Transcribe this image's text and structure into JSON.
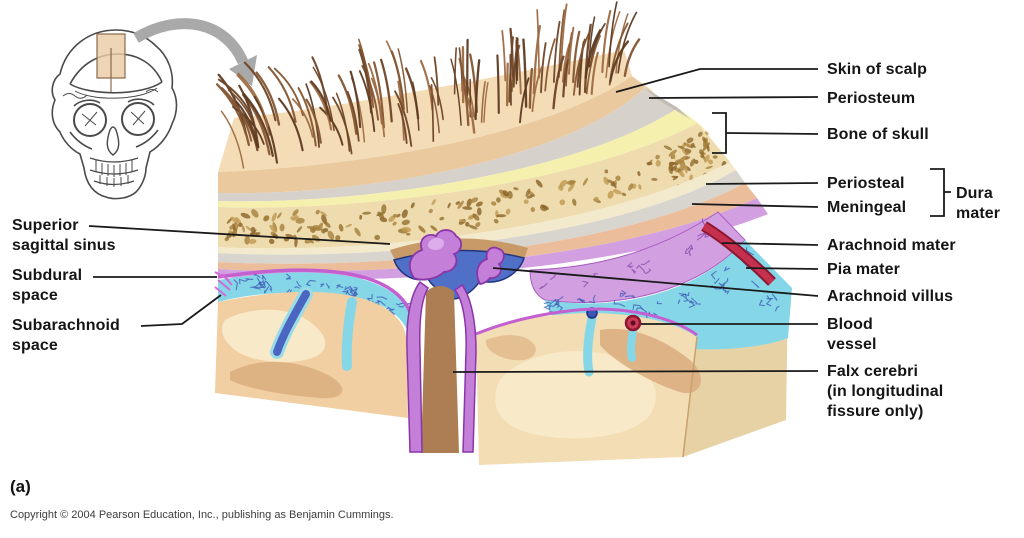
{
  "panel_label": "(a)",
  "copyright": "Copyright © 2004 Pearson Education, Inc., publishing as Benjamin Cummings.",
  "labels": {
    "skin_of_scalp": "Skin of scalp",
    "periosteum": "Periosteum",
    "bone_of_skull": "Bone of skull",
    "periosteal": "Periosteal",
    "meningeal": "Meningeal",
    "dura_mater_line1": "Dura",
    "dura_mater_line2": "mater",
    "arachnoid_mater": "Arachnoid mater",
    "pia_mater": "Pia mater",
    "arachnoid_villus": "Arachnoid villus",
    "blood_vessel_line1": "Blood",
    "blood_vessel_line2": "vessel",
    "falx_cerebri_line1": "Falx cerebri",
    "falx_cerebri_line2": "(in longitudinal",
    "falx_cerebri_line3": "fissure only)",
    "superior_sagittal_sinus_line1": "Superior",
    "superior_sagittal_sinus_line2": "sagittal sinus",
    "subdural_space_line1": "Subdural",
    "subdural_space_line2": "space",
    "subarachnoid_space_line1": "Subarachnoid",
    "subarachnoid_space_line2": "space"
  },
  "colors": {
    "skin": "#f4dcb6",
    "skin_shade": "#e9c99d",
    "hair": "#6e4427",
    "periosteum": "#d6d1ca",
    "compact_bone": "#f5f0ae",
    "spongy_bone": "#eedcae",
    "bone_speckle": "#a5803c",
    "dura": "#d8d4ce",
    "meningeal_dura": "#ecbd9a",
    "arachnoid": "#d2a0e0",
    "pia": "#c45fd0",
    "csf": "#85d7e8",
    "web": "#3c56b4",
    "sinus": "#5070c8",
    "falx": "#c47fd8",
    "falx_core": "#ad7e54",
    "brain": "#f1cfa2",
    "gyri": "#f8e9c9",
    "brain_shadow": "#d9ab7c",
    "brain_side": "#e7d2a6",
    "blood": "#c5304e",
    "leader_line": "#1a1a1a",
    "arrow": "#a9a9a9",
    "sketch_line": "#4a4a4a"
  }
}
